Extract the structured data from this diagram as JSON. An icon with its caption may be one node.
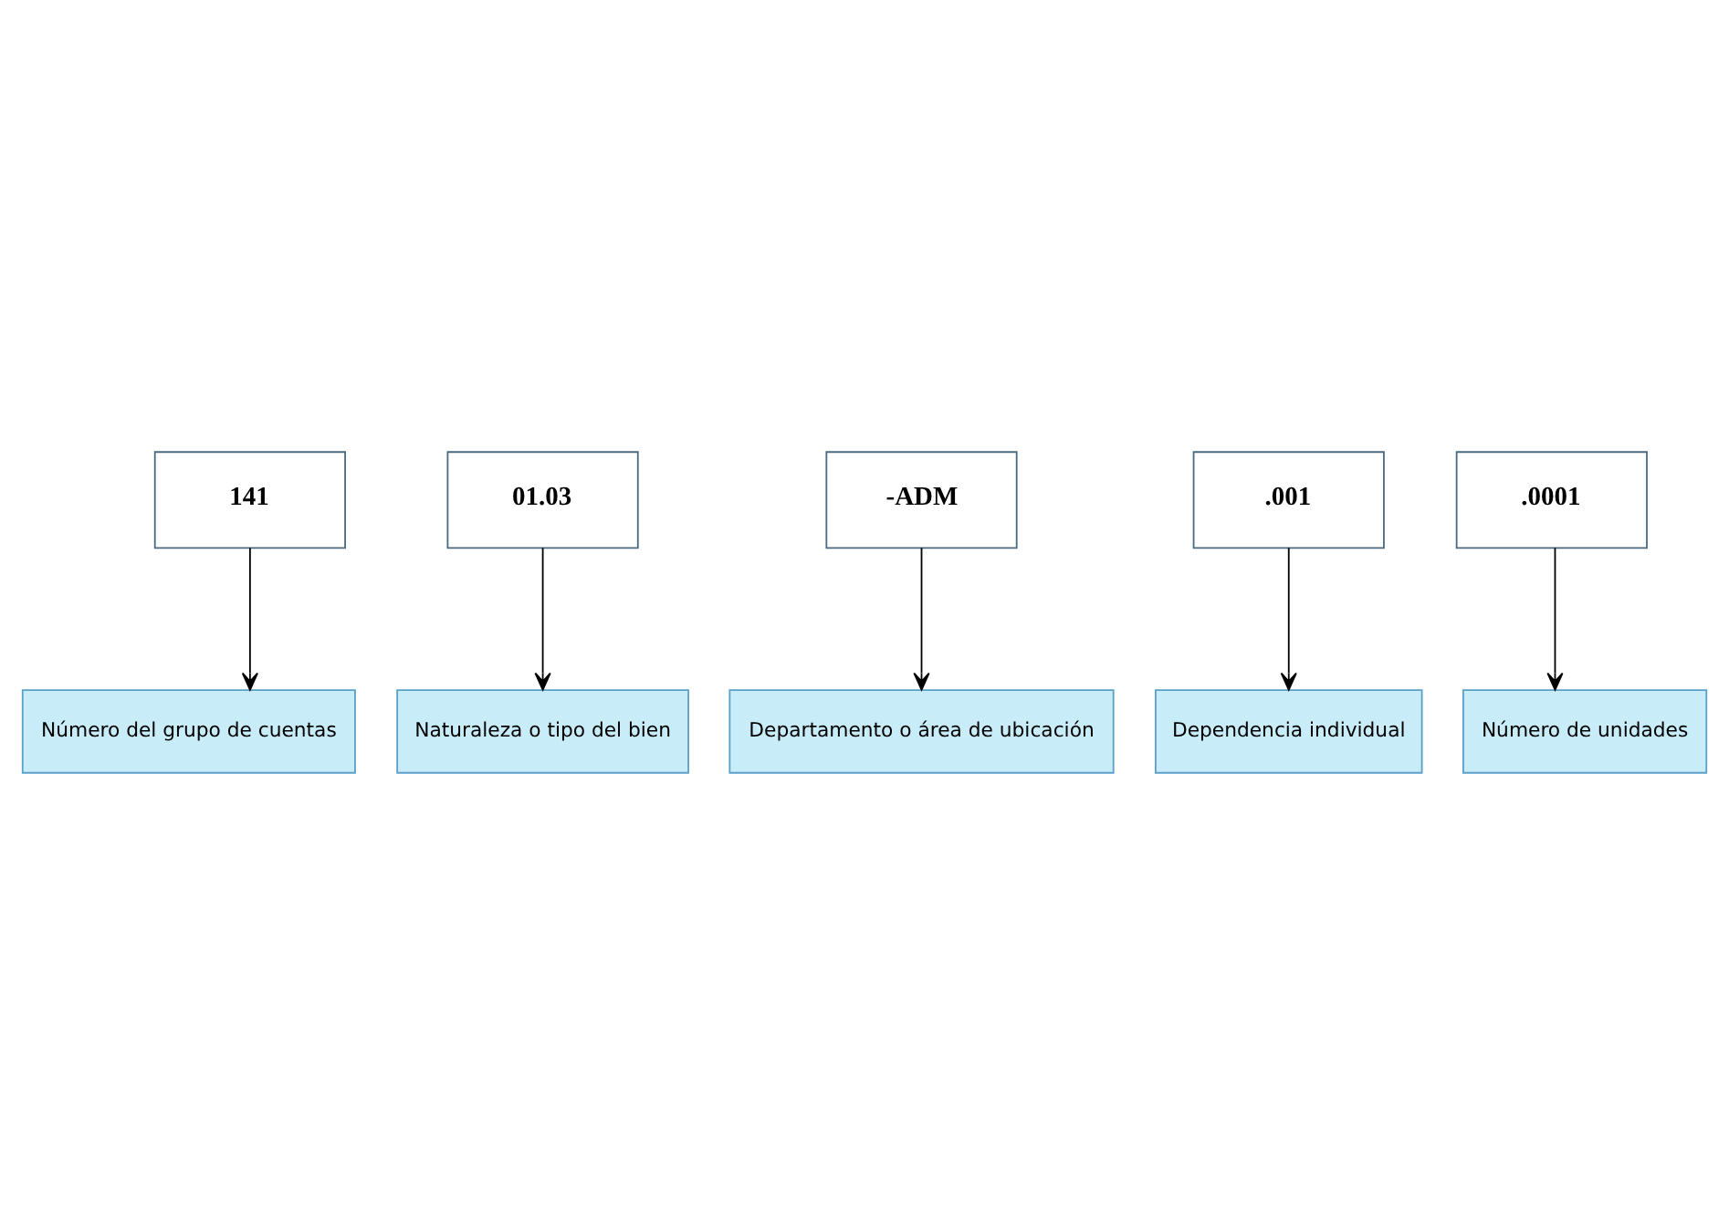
{
  "diagram": {
    "nodes": [
      {
        "text": [
          "141"
        ]
      },
      {
        "text": [
          "01.03"
        ]
      },
      {
        "text": [
          "-ADM"
        ]
      },
      {
        "text": [
          ".001"
        ]
      },
      {
        "text": [
          ".0001"
        ]
      },
      {
        "text": [
          "Número de unidades"
        ]
      },
      {
        "text": [
          "Dependencia individual"
        ]
      },
      {
        "text": [
          "Departamento o área de ubicación"
        ]
      },
      {
        "text": [
          "Naturaleza o tipo del bien"
        ]
      },
      {
        "text": [
          "Número del grupo de cuentas"
        ]
      }
    ],
    "edges": [
      {
        "from": 4,
        "to": 5,
        "arrow": "to"
      },
      {
        "from": 3,
        "to": 6,
        "arrow": "to"
      },
      {
        "from": 2,
        "to": 7,
        "arrow": "to"
      },
      {
        "from": 1,
        "to": 8,
        "arrow": "to"
      },
      {
        "from": 0,
        "to": 9,
        "arrow": "to"
      }
    ]
  }
}
